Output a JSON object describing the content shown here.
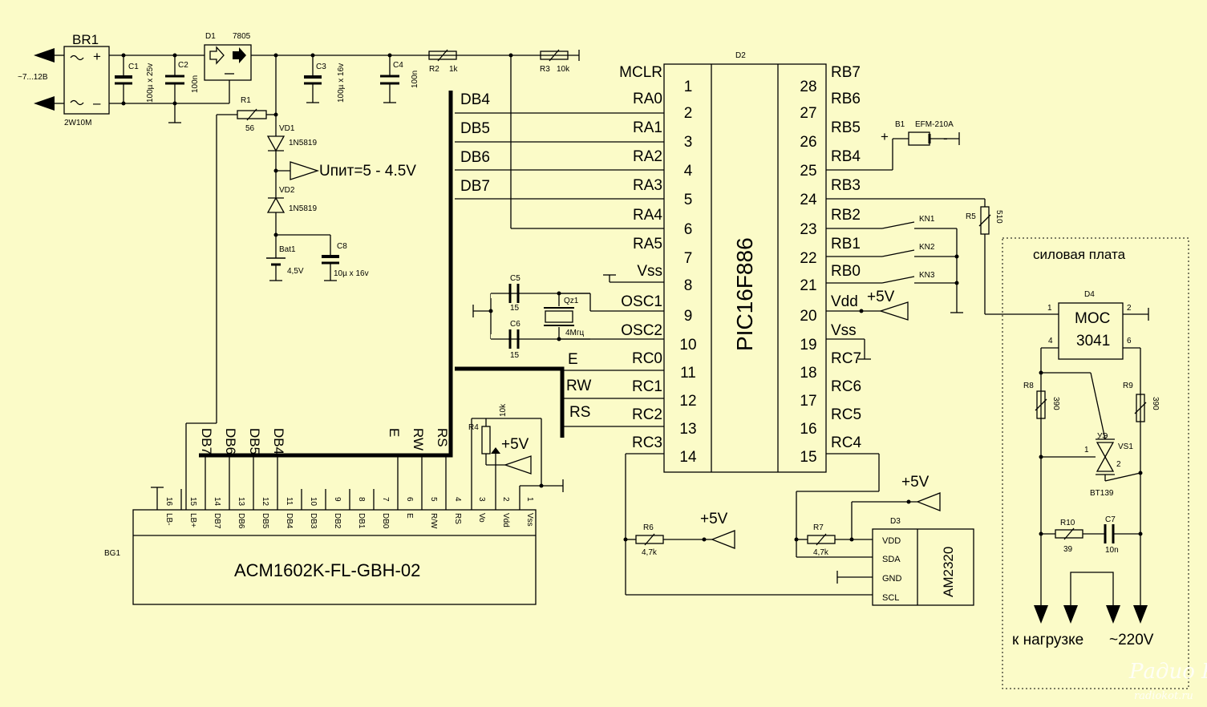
{
  "power": {
    "br1": "BR1",
    "br1_part": "2W10M",
    "input": "~7...12B",
    "d1": "D1",
    "reg": "7805",
    "c1": "C1",
    "c1_val": "100µ x 25v",
    "c2": "C2",
    "c2_val": "100n",
    "c3": "C3",
    "c3_val": "100µ x 16v",
    "c4": "C4",
    "c4_val": "100n",
    "r2": "R2",
    "r2_val": "1k",
    "r3": "R3",
    "r3_val": "10k",
    "r1": "R1",
    "r1_val": "56",
    "vd1": "VD1",
    "vd1_part": "1N5819",
    "vd2": "VD2",
    "vd2_part": "1N5819",
    "supply": "Uпит=5 - 4.5V",
    "bat1": "Bat1",
    "bat1_val": "4,5V",
    "c8": "C8",
    "c8_val": "10µ x 16v"
  },
  "mcu": {
    "ref": "D2",
    "name": "PIC16F886",
    "left_pins": [
      {
        "name": "MCLR",
        "num": "1"
      },
      {
        "name": "RA0",
        "num": "2"
      },
      {
        "name": "RA1",
        "num": "3"
      },
      {
        "name": "RA2",
        "num": "4"
      },
      {
        "name": "RA3",
        "num": "5"
      },
      {
        "name": "RA4",
        "num": "6"
      },
      {
        "name": "RA5",
        "num": "7"
      },
      {
        "name": "Vss",
        "num": "8"
      },
      {
        "name": "OSC1",
        "num": "9"
      },
      {
        "name": "OSC2",
        "num": "10"
      },
      {
        "name": "RC0",
        "num": "11"
      },
      {
        "name": "RC1",
        "num": "12"
      },
      {
        "name": "RC2",
        "num": "13"
      },
      {
        "name": "RC3",
        "num": "14"
      }
    ],
    "right_pins": [
      {
        "name": "RB7",
        "num": "28"
      },
      {
        "name": "RB6",
        "num": "27"
      },
      {
        "name": "RB5",
        "num": "26"
      },
      {
        "name": "RB4",
        "num": "25"
      },
      {
        "name": "RB3",
        "num": "24"
      },
      {
        "name": "RB2",
        "num": "23"
      },
      {
        "name": "RB1",
        "num": "22"
      },
      {
        "name": "RB0",
        "num": "21"
      },
      {
        "name": "Vdd",
        "num": "20"
      },
      {
        "name": "Vss",
        "num": "19"
      },
      {
        "name": "RC7",
        "num": "18"
      },
      {
        "name": "RC6",
        "num": "17"
      },
      {
        "name": "RC5",
        "num": "16"
      },
      {
        "name": "RC4",
        "num": "15"
      }
    ]
  },
  "bus_labels": {
    "db4": "DB4",
    "db5": "DB5",
    "db6": "DB6",
    "db7": "DB7",
    "e": "E",
    "rw": "RW",
    "rs": "RS"
  },
  "osc": {
    "c5": "C5",
    "c5_val": "15",
    "c6": "C6",
    "c6_val": "15",
    "qz1": "Qz1",
    "qz1_val": "4Мгц"
  },
  "buzzer": {
    "ref": "B1",
    "part": "EFM-210A",
    "plus": "+",
    "minus": "-"
  },
  "keys": {
    "r5": "R5",
    "r5_val": "510",
    "kn1": "KN1",
    "kn2": "KN2",
    "kn3": "KN3"
  },
  "vdd_label": "+5V",
  "lcd": {
    "ref": "BG1",
    "name": "ACM1602K-FL-GBH-02",
    "pins": [
      {
        "num": "16",
        "name": "LB-"
      },
      {
        "num": "15",
        "name": "LB+"
      },
      {
        "num": "14",
        "name": "DB7"
      },
      {
        "num": "13",
        "name": "DB6"
      },
      {
        "num": "12",
        "name": "DB5"
      },
      {
        "num": "11",
        "name": "DB4"
      },
      {
        "num": "10",
        "name": "DB3"
      },
      {
        "num": "9",
        "name": "DB2"
      },
      {
        "num": "8",
        "name": "DB1"
      },
      {
        "num": "7",
        "name": "DB0"
      },
      {
        "num": "6",
        "name": "E"
      },
      {
        "num": "5",
        "name": "R/W"
      },
      {
        "num": "4",
        "name": "RS"
      },
      {
        "num": "3",
        "name": "Vo"
      },
      {
        "num": "2",
        "name": "Vdd"
      },
      {
        "num": "1",
        "name": "Vss"
      }
    ],
    "bus_top": [
      "DB7",
      "DB6",
      "DB5",
      "DB4",
      "E",
      "RW",
      "RS"
    ],
    "r4": "R4",
    "r4_val": "10k",
    "vplus": "+5V"
  },
  "sensor": {
    "ref": "D3",
    "name": "AM2320",
    "pins": [
      "VDD",
      "SDA",
      "GND",
      "SCL"
    ],
    "r6": "R6",
    "r6_val": "4,7k",
    "r7": "R7",
    "r7_val": "4,7k",
    "v1": "+5V",
    "v2": "+5V"
  },
  "power_board": {
    "title": "силовая плата",
    "d4": "D4",
    "moc1": "MOC",
    "moc2": "3041",
    "p1": "1",
    "p2": "2",
    "p4": "4",
    "p6": "6",
    "r8": "R8",
    "r8_val": "390",
    "r9": "R9",
    "r9_val": "390",
    "ue": "УЭ",
    "vs1": "VS1",
    "vs1_part": "BT139",
    "g1": "1",
    "g2": "2",
    "r10": "R10",
    "r10_val": "39",
    "c7": "C7",
    "c7_val": "10n",
    "load1": "к  нагрузке",
    "load2": "~220V"
  },
  "watermark": {
    "main": "Радио КОТ",
    "sub": "radiokot.ru"
  }
}
